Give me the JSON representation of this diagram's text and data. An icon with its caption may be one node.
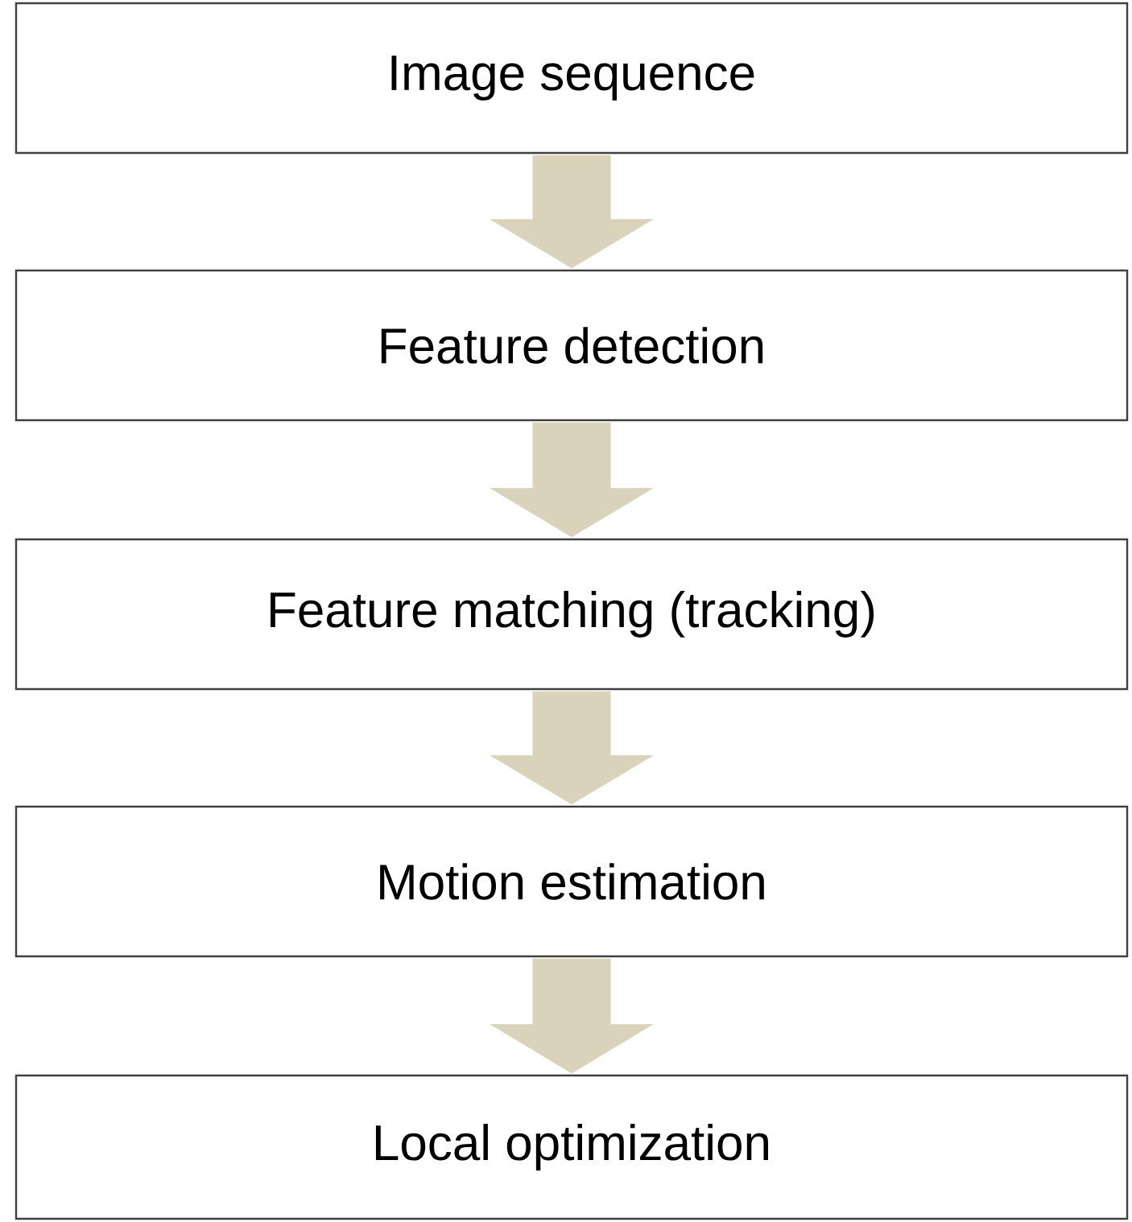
{
  "diagram": {
    "nodes": [
      {
        "text": [
          "Image sequence"
        ]
      },
      {
        "text": [
          "Feature detection"
        ]
      },
      {
        "text": [
          "Feature matching (tracking)"
        ]
      },
      {
        "text": [
          "Motion estimation"
        ]
      },
      {
        "text": [
          "Local optimization"
        ]
      }
    ],
    "edges": [
      {
        "from": 0,
        "to": 1,
        "arrow": "to"
      },
      {
        "from": 1,
        "to": 2,
        "arrow": "to"
      },
      {
        "from": 2,
        "to": 3,
        "arrow": "to"
      },
      {
        "from": 3,
        "to": 4,
        "arrow": "to"
      }
    ]
  }
}
